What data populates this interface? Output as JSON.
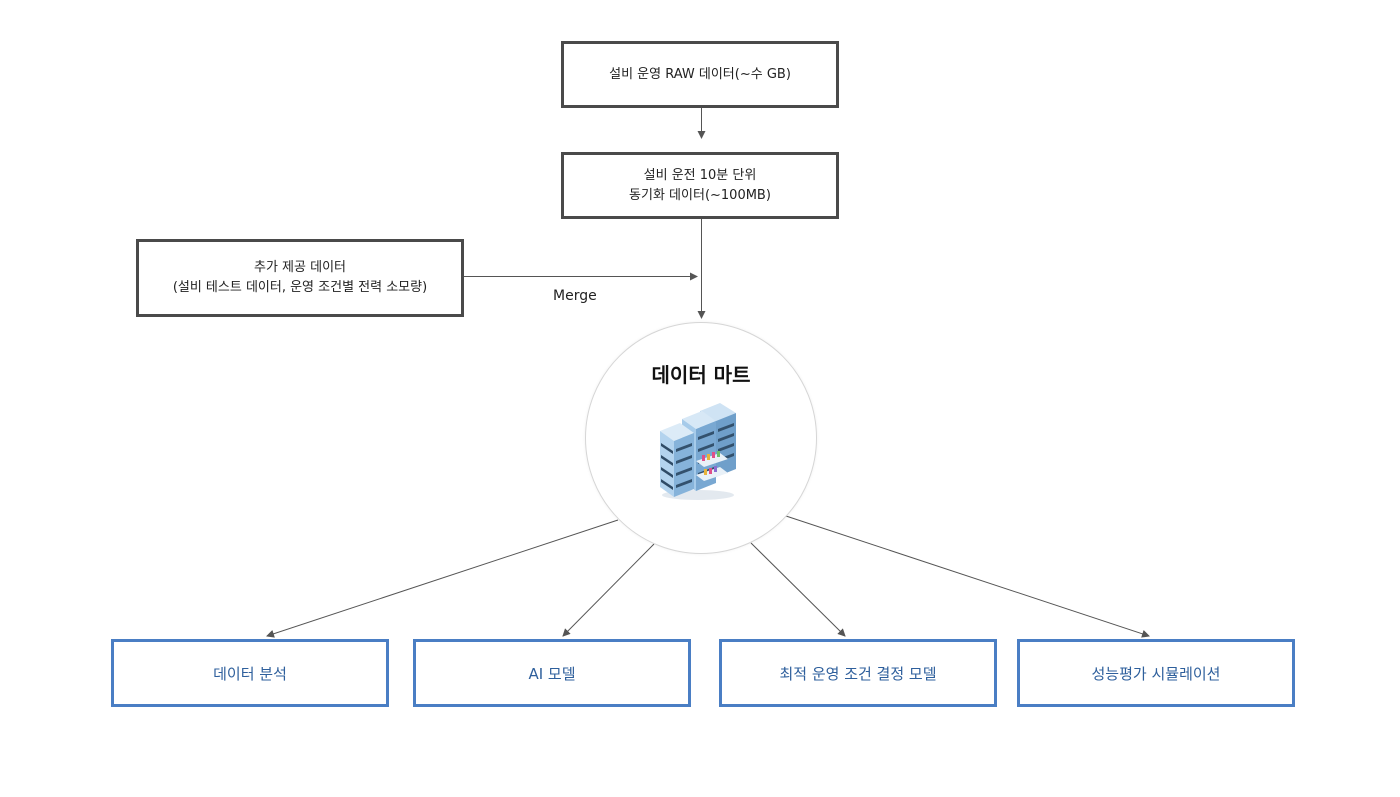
{
  "raw_data": {
    "label": "설비 운영 RAW 데이터(~수 GB)"
  },
  "sync_data": {
    "line1": "설비 운전 10분 단위",
    "line2": "동기화 데이터(~100MB)"
  },
  "extra_data": {
    "line1": "추가 제공 데이터",
    "line2": "(설비 테스트 데이터, 운영 조건별 전력 소모량)"
  },
  "merge": {
    "label": "Merge"
  },
  "data_mart": {
    "title": "데이터 마트",
    "icon": "server-rack-icon"
  },
  "outputs": [
    {
      "label": "데이터 분석"
    },
    {
      "label": "AI 모델"
    },
    {
      "label": "최적 운영 조건 결정 모델"
    },
    {
      "label": "성능평가 시뮬레이션"
    }
  ],
  "colors": {
    "box_border": "#4a4a4a",
    "output_border": "#4a7ec4",
    "output_text": "#2e5f9c",
    "arrow": "#555555"
  }
}
